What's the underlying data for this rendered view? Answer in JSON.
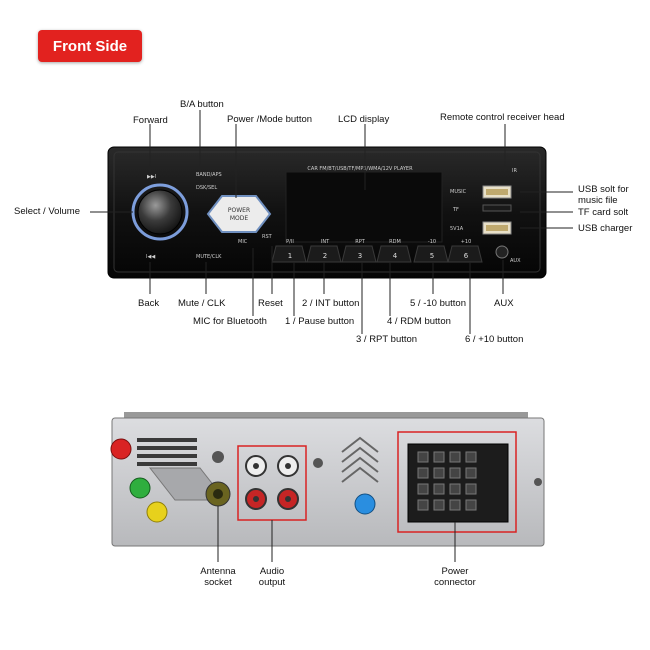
{
  "header": {
    "badge": "Front Side"
  },
  "front": {
    "unit_text": {
      "feature_strip": "CAR FM/BT/USB/TF/MP3/WMA/12V PLAYER",
      "ir": "IR",
      "band_aps": "BAND/APS",
      "dsk": "DSK/SEL",
      "power_mode_top": "POWER",
      "power_mode_bottom": "MODE",
      "mute_clk": "MUTE/CLK",
      "mic": "MIC",
      "rst": "RST",
      "music": "MUSIC",
      "tf": "TF",
      "5v": "5V1A",
      "aux": "AUX",
      "btn_labels": [
        "P/II",
        "INT",
        "RPT",
        "RDM",
        "-10",
        "+10"
      ],
      "btn_numbers": [
        "1",
        "2",
        "3",
        "4",
        "5",
        "6"
      ]
    },
    "callouts": {
      "forward": "Forward",
      "ba_button": "B/A button",
      "power_mode": "Power /Mode button",
      "lcd_display": "LCD display",
      "remote_receiver": "Remote control receiver head",
      "select_volume": "Select / Volume",
      "usb_music": "USB solt for music file",
      "tf_slot": "TF card solt",
      "usb_charger": "USB charger",
      "back": "Back",
      "mute_clk": "Mute / CLK",
      "reset": "Reset",
      "int_button": "2 / INT button",
      "minus10_button": "5 / -10 button",
      "aux": "AUX",
      "mic_bluetooth": "MIC for Bluetooth",
      "pause_button": "1 / Pause button",
      "rdm_button": "4 / RDM button",
      "rpt_button": "3 / RPT button",
      "plus10_button": "6 / +10 button"
    }
  },
  "back": {
    "callouts": {
      "antenna": "Antenna socket",
      "audio": "Audio output",
      "power": "Power connector"
    }
  },
  "colors": {
    "badge_red": "#e2221f",
    "unit_body": "#151515",
    "ring_glow": "#8fb6ff",
    "chassis": "#c9cacc",
    "fuse_red": "#d92323",
    "fuse_green": "#2fae3e",
    "fuse_yellow": "#e7d11c",
    "fuse_blue": "#2a8ee0"
  }
}
